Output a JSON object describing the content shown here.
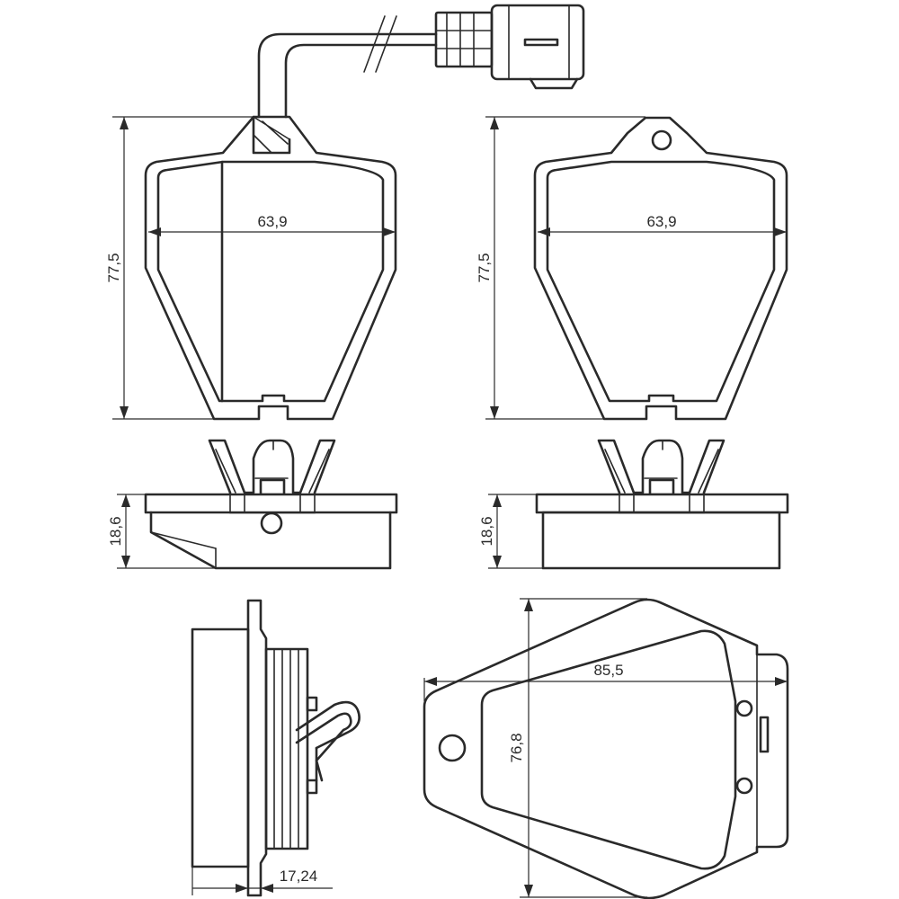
{
  "dimensions": {
    "top_left_width": "63,9",
    "top_left_height": "77,5",
    "top_right_width": "63,9",
    "top_right_height": "77,5",
    "mid_left_thickness": "18,6",
    "mid_right_thickness": "18,6",
    "bottom_left_thickness": "17,24",
    "bottom_right_width": "85,5",
    "bottom_right_height": "76,8"
  }
}
